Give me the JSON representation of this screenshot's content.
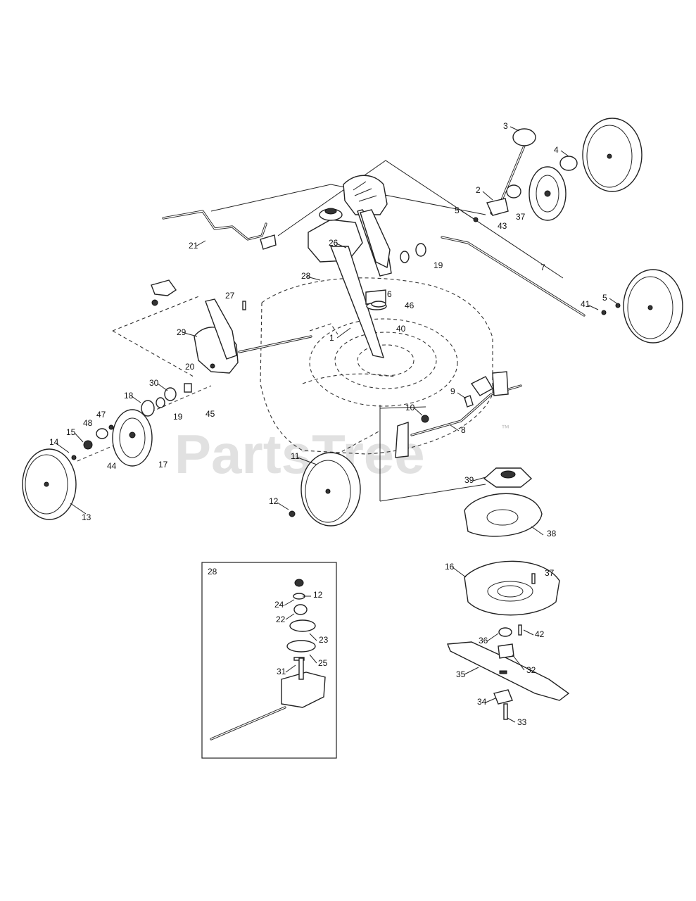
{
  "watermark": {
    "text": "PartsTree",
    "trademark": "™"
  },
  "inset": {
    "title": "28",
    "callouts": [
      "12",
      "24",
      "22",
      "23",
      "25",
      "31"
    ]
  },
  "callouts": [
    "1",
    "2",
    "3",
    "4",
    "5",
    "5",
    "6",
    "7",
    "8",
    "9",
    "10",
    "11",
    "12",
    "13",
    "14",
    "15",
    "16",
    "17",
    "18",
    "19",
    "19",
    "20",
    "21",
    "26",
    "27",
    "28",
    "29",
    "30",
    "32",
    "33",
    "34",
    "35",
    "36",
    "37",
    "37",
    "38",
    "39",
    "40",
    "41",
    "42",
    "43",
    "44",
    "45",
    "46",
    "47",
    "48"
  ]
}
